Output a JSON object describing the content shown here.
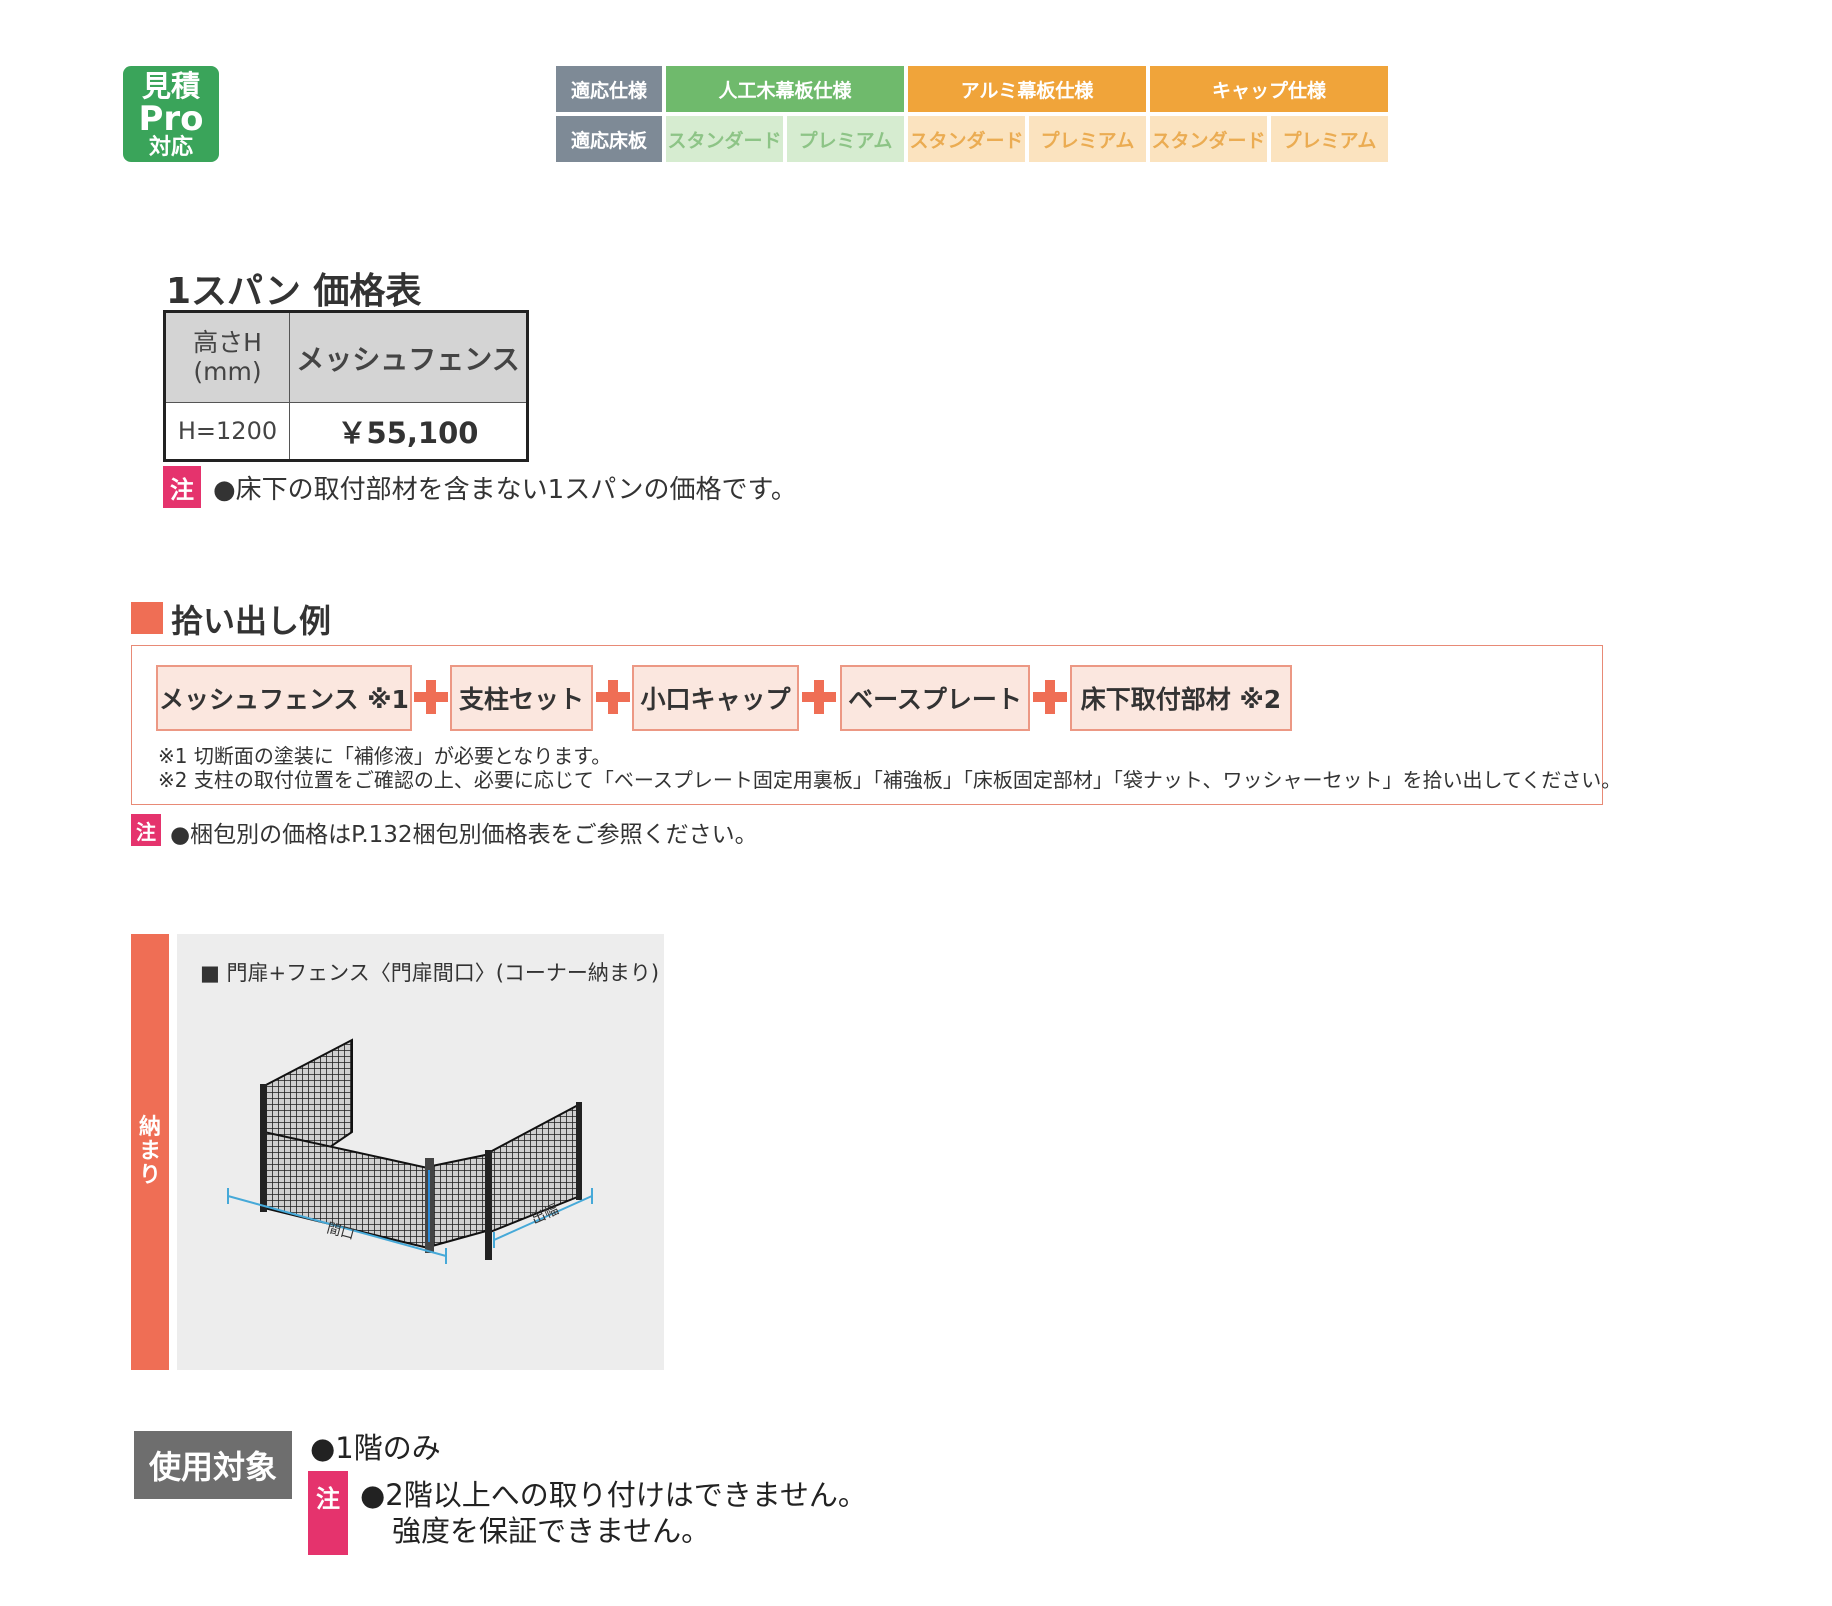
{
  "badge": {
    "line1": "見積",
    "line2": "Pro",
    "line3": "対応"
  },
  "spec": {
    "row1_label": "適応仕様",
    "row2_label": "適応床板",
    "specs": [
      "人工木幕板仕様",
      "アルミ幕板仕様",
      "キャップ仕様"
    ],
    "floors": [
      "スタンダード",
      "プレミアム",
      "スタンダード",
      "プレミアム",
      "スタンダード",
      "プレミアム"
    ],
    "colors": {
      "green_header": "#6fba6c",
      "orange_header": "#f0a43a",
      "label_gray": "#7e8a96"
    }
  },
  "price_table": {
    "title": "1スパン 価格表",
    "header_height_line1": "高さH",
    "header_height_line2": "(mm)",
    "header_product": "メッシュフェンス",
    "row_height": "H=1200",
    "row_price": "￥55,100",
    "note_badge": "注",
    "note": "●床下の取付部材を含まない1スパンの価格です。"
  },
  "pickup": {
    "title": "拾い出し例",
    "items": [
      "メッシュフェンス ※1",
      "支柱セット",
      "小口キャップ",
      "ベースプレート",
      "床下取付部材 ※2"
    ],
    "footnote1": "※1 切断面の塗装に「補修液」が必要となります。",
    "footnote2": "※2 支柱の取付位置をご確認の上、必要に応じて「ベースプレート固定用裏板」「補強板」「床板固定部材」「袋ナット、ワッシャーセット」を拾い出してください。",
    "note_badge": "注",
    "note": "●梱包別の価格はP.132梱包別価格表をご参照ください。"
  },
  "diagram": {
    "side_label": "納まり",
    "caption": "■ 門扉+フェンス〈門扉間口〉(コーナー納まり)",
    "dim_width": "間口",
    "dim_depth": "出幅"
  },
  "usage": {
    "label": "使用対象",
    "item": "●1階のみ",
    "note_badge": "注",
    "note_line1": "●2階以上への取り付けはできません。",
    "note_line2": "強度を保証できません。"
  }
}
